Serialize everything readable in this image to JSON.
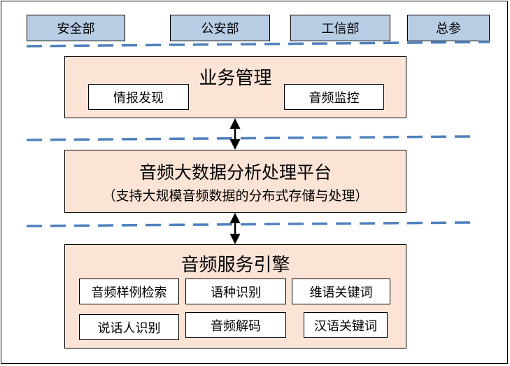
{
  "agencies": [
    "安全部",
    "公安部",
    "工信部",
    "总参"
  ],
  "layers": {
    "business": {
      "title": "业务管理",
      "modules": [
        "情报发现",
        "音频监控"
      ]
    },
    "platform": {
      "title": "音频大数据分析处理平台",
      "subtitle": "（支持大规模音频数据的分布式存储与处理）"
    },
    "engine": {
      "title": "音频服务引擎",
      "modules": [
        "音频样例检索",
        "语种识别",
        "维语关键词",
        "说话人识别",
        "音频解码",
        "汉语关键词"
      ]
    }
  },
  "colors": {
    "agency_fill": "#b8cce4",
    "layer_fill": "#fbe3d6",
    "dashed_line": "#4f81bd"
  }
}
